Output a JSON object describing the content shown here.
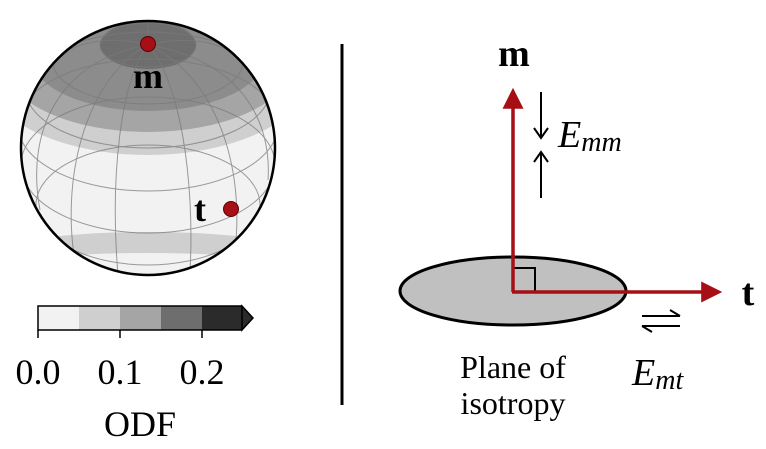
{
  "sphere": {
    "labels": {
      "m": "m",
      "t": "t"
    },
    "point_color": "#a50f15",
    "band_colors": [
      "#2b2b2b",
      "#6e6e6e",
      "#a5a5a5",
      "#cfcfcf",
      "#f2f2f2"
    ]
  },
  "colorbar": {
    "ticks": [
      "0.0",
      "0.1",
      "0.2"
    ],
    "label": "ODF",
    "colors": [
      "#f2f2f2",
      "#cfcfcf",
      "#a5a5a5",
      "#6e6e6e",
      "#2b2b2b"
    ]
  },
  "diagram": {
    "axis_m": "m",
    "axis_t": "t",
    "e_mm_base": "E",
    "e_mm_sub": "mm",
    "e_mt_base": "E",
    "e_mt_sub": "mt",
    "plane_line1": "Plane of",
    "plane_line2": "isotropy",
    "arrow_color": "#a50f15",
    "plane_fill": "#c0c0c0"
  }
}
